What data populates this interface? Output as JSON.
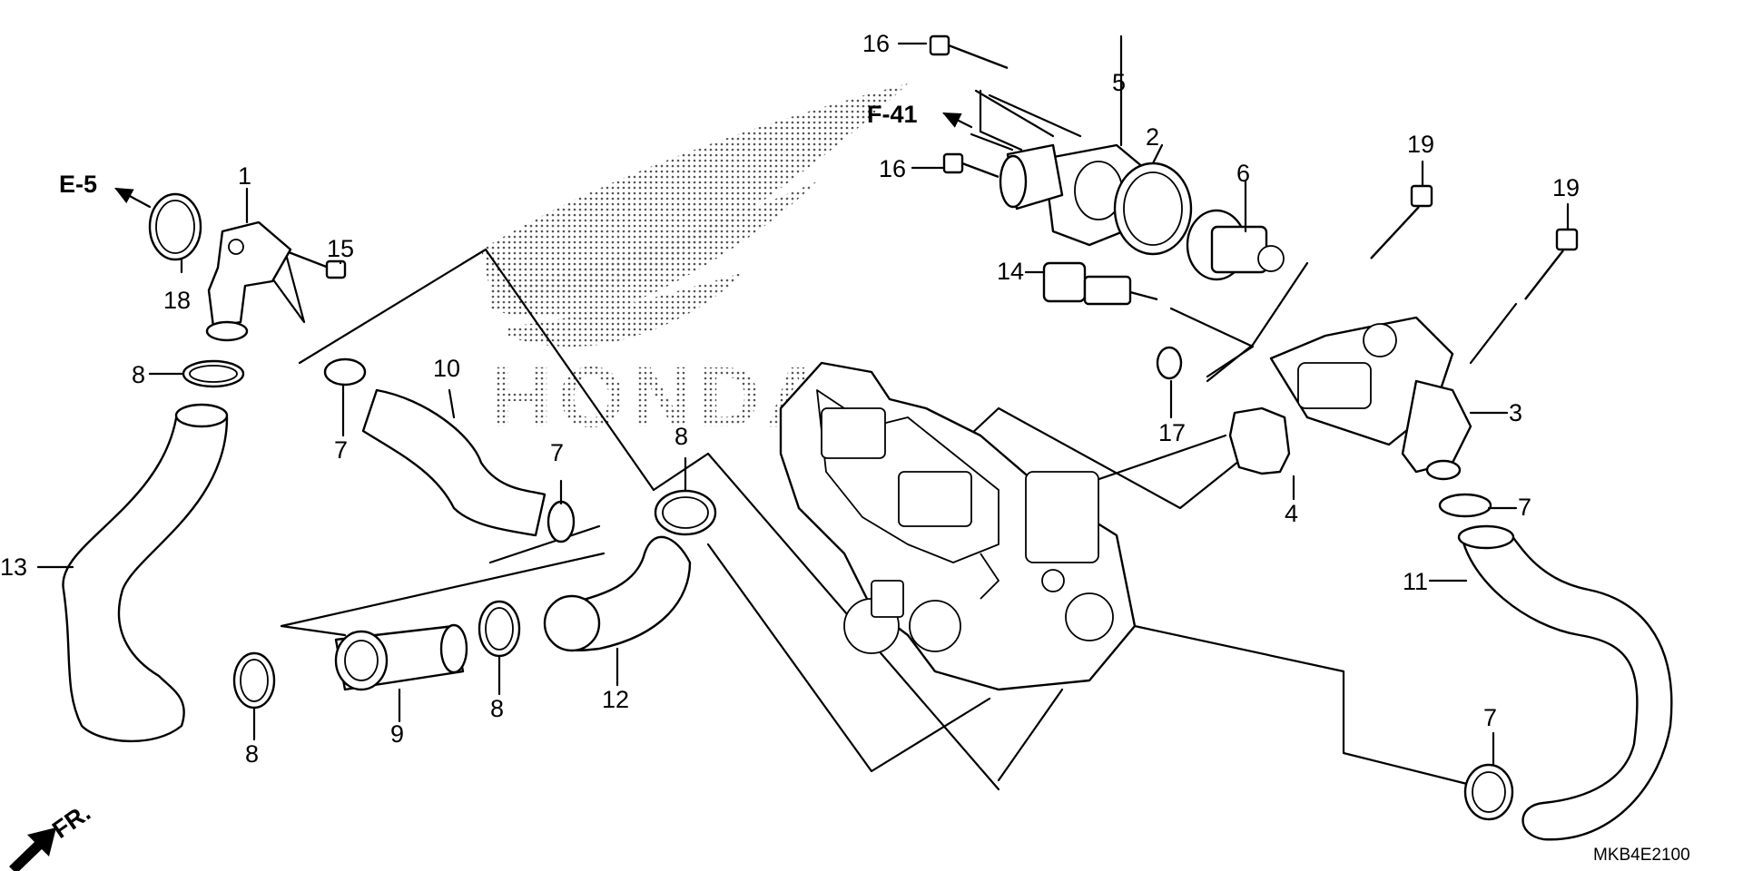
{
  "callouts": {
    "c1": "1",
    "c2": "2",
    "c3": "3",
    "c4": "4",
    "c5": "5",
    "c6": "6",
    "c7a": "7",
    "c7b": "7",
    "c7c": "7",
    "c7d": "7",
    "c8a": "8",
    "c8b": "8",
    "c8c": "8",
    "c8d": "8",
    "c9": "9",
    "c10": "10",
    "c11": "11",
    "c12": "12",
    "c13": "13",
    "c14": "14",
    "c15": "15",
    "c16a": "16",
    "c16b": "16",
    "c17": "17",
    "c18": "18",
    "c19a": "19",
    "c19b": "19"
  },
  "refs": {
    "e5": "E-5",
    "f41": "F-41",
    "fr": "FR."
  },
  "diagram_code": "MKB4E2100",
  "watermark_text": "HONDA"
}
